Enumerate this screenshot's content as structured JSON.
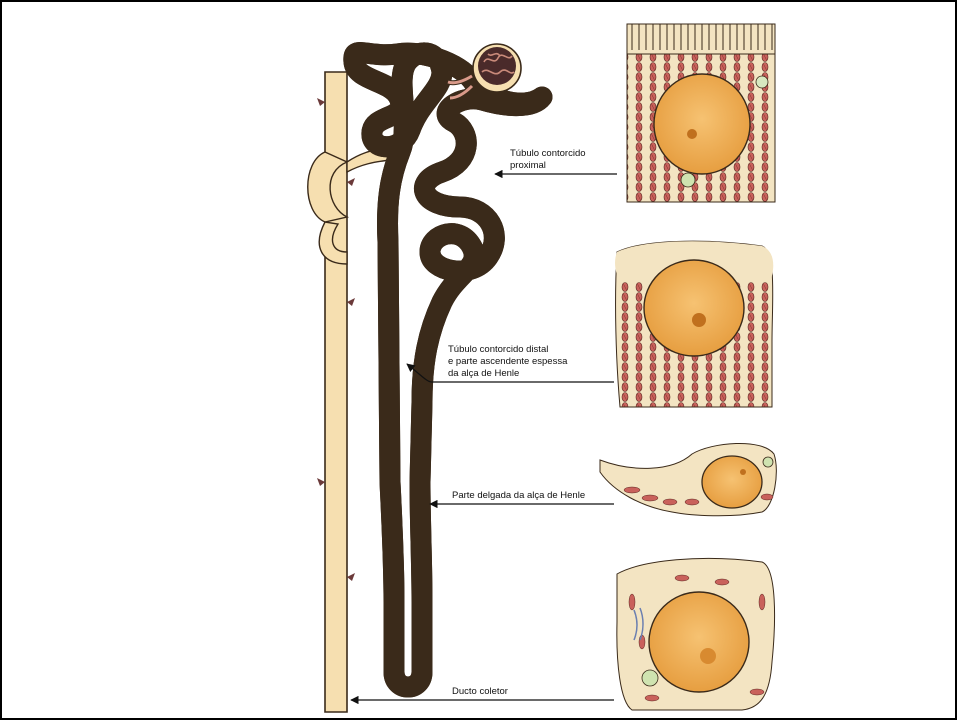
{
  "labels": {
    "pct_line1": "Túbulo contorcido",
    "pct_line2": "proximal",
    "dct_line1": "Túbulo contorcido distal",
    "dct_line2": "e parte ascendente espessa",
    "dct_line3": "da alça de Henle",
    "thin": "Parte delgada da alça de Henle",
    "duct": "Ducto coletor"
  },
  "colors": {
    "tubule_fill": "#f6dfb0",
    "tubule_stroke": "#3a2a1a",
    "cytoplasm": "#f3e4c2",
    "nucleus": "#f0b45a",
    "mitochondria": "#c9615b",
    "glomerulus": "#6b3a3a"
  }
}
